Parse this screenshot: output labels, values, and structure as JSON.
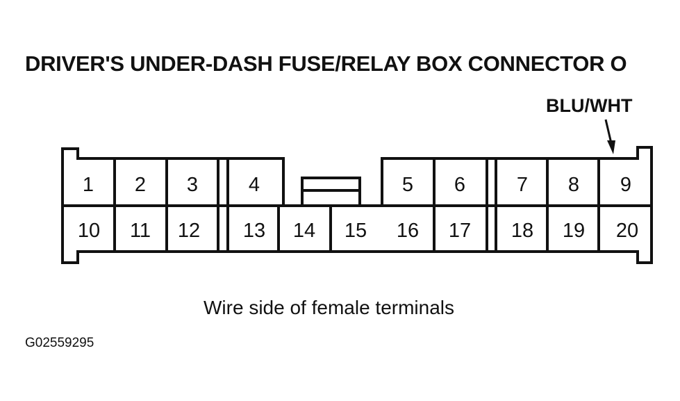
{
  "diagram": {
    "title": "DRIVER'S UNDER-DASH FUSE/RELAY BOX CONNECTOR O",
    "wire_color_label": "BLU/WHT",
    "wire_color_pin": "9",
    "caption": "Wire side of female terminals",
    "figure_id": "G02559295",
    "connector": {
      "top_row": [
        "1",
        "2",
        "3",
        "4",
        "5",
        "6",
        "7",
        "8",
        "9"
      ],
      "bottom_row": [
        "10",
        "11",
        "12",
        "13",
        "14",
        "15",
        "16",
        "17",
        "18",
        "19",
        "20"
      ]
    }
  }
}
